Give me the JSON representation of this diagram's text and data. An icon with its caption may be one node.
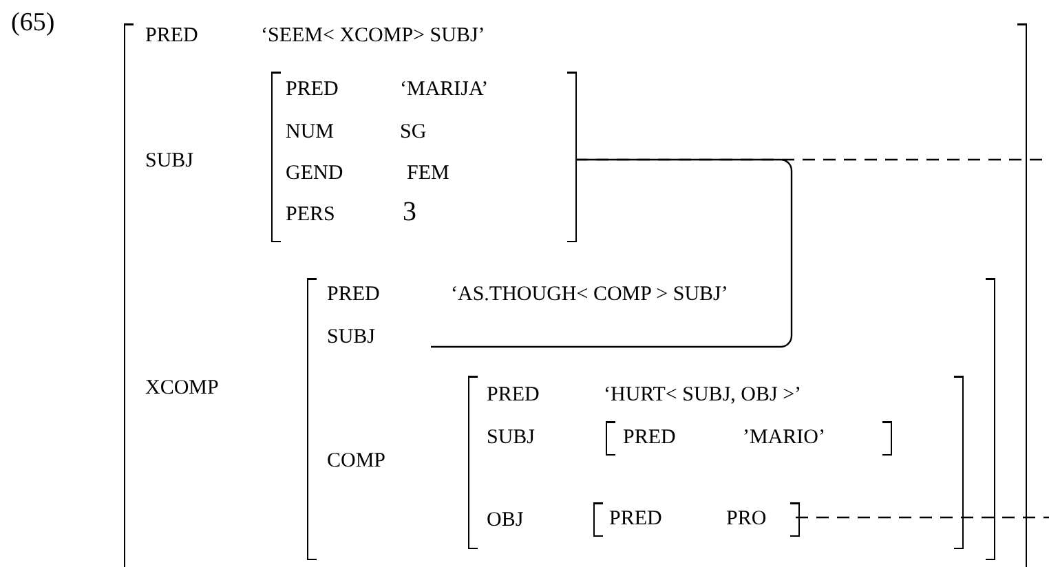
{
  "diagram": {
    "nodes": [
      {
        "text": [
          "PRED",
          "‘SEEM< XCOMP> SUBJ’",
          "SUBJ",
          "XCOMP"
        ]
      },
      {
        "text": [
          "PRED",
          "‘MARIJA’",
          "NUM",
          "SG",
          "GEND",
          "FEM",
          "PERS",
          "3"
        ],
        "in": 0
      },
      {
        "text": [
          "PRED",
          "‘AS.THOUGH< COMP > SUBJ’",
          "SUBJ",
          "COMP"
        ],
        "in": 0
      },
      {
        "text": [
          "PRED",
          "‘HURT< SUBJ, OBJ >’",
          "SUBJ",
          "OBJ"
        ],
        "in": 2
      },
      {
        "text": [
          "PRED",
          "’MARIO’"
        ],
        "in": 3
      },
      {
        "text": [
          "PRED",
          "PRO"
        ],
        "in": 3
      }
    ],
    "edges": [
      {
        "from": 1,
        "to": null,
        "arrow": "none"
      },
      {
        "from": 1,
        "to": null,
        "arrow": "none",
        "style": "dashed"
      },
      {
        "from": 5,
        "to": null,
        "arrow": "none",
        "style": "dashed"
      }
    ],
    "labels": [
      "(65)"
    ]
  }
}
